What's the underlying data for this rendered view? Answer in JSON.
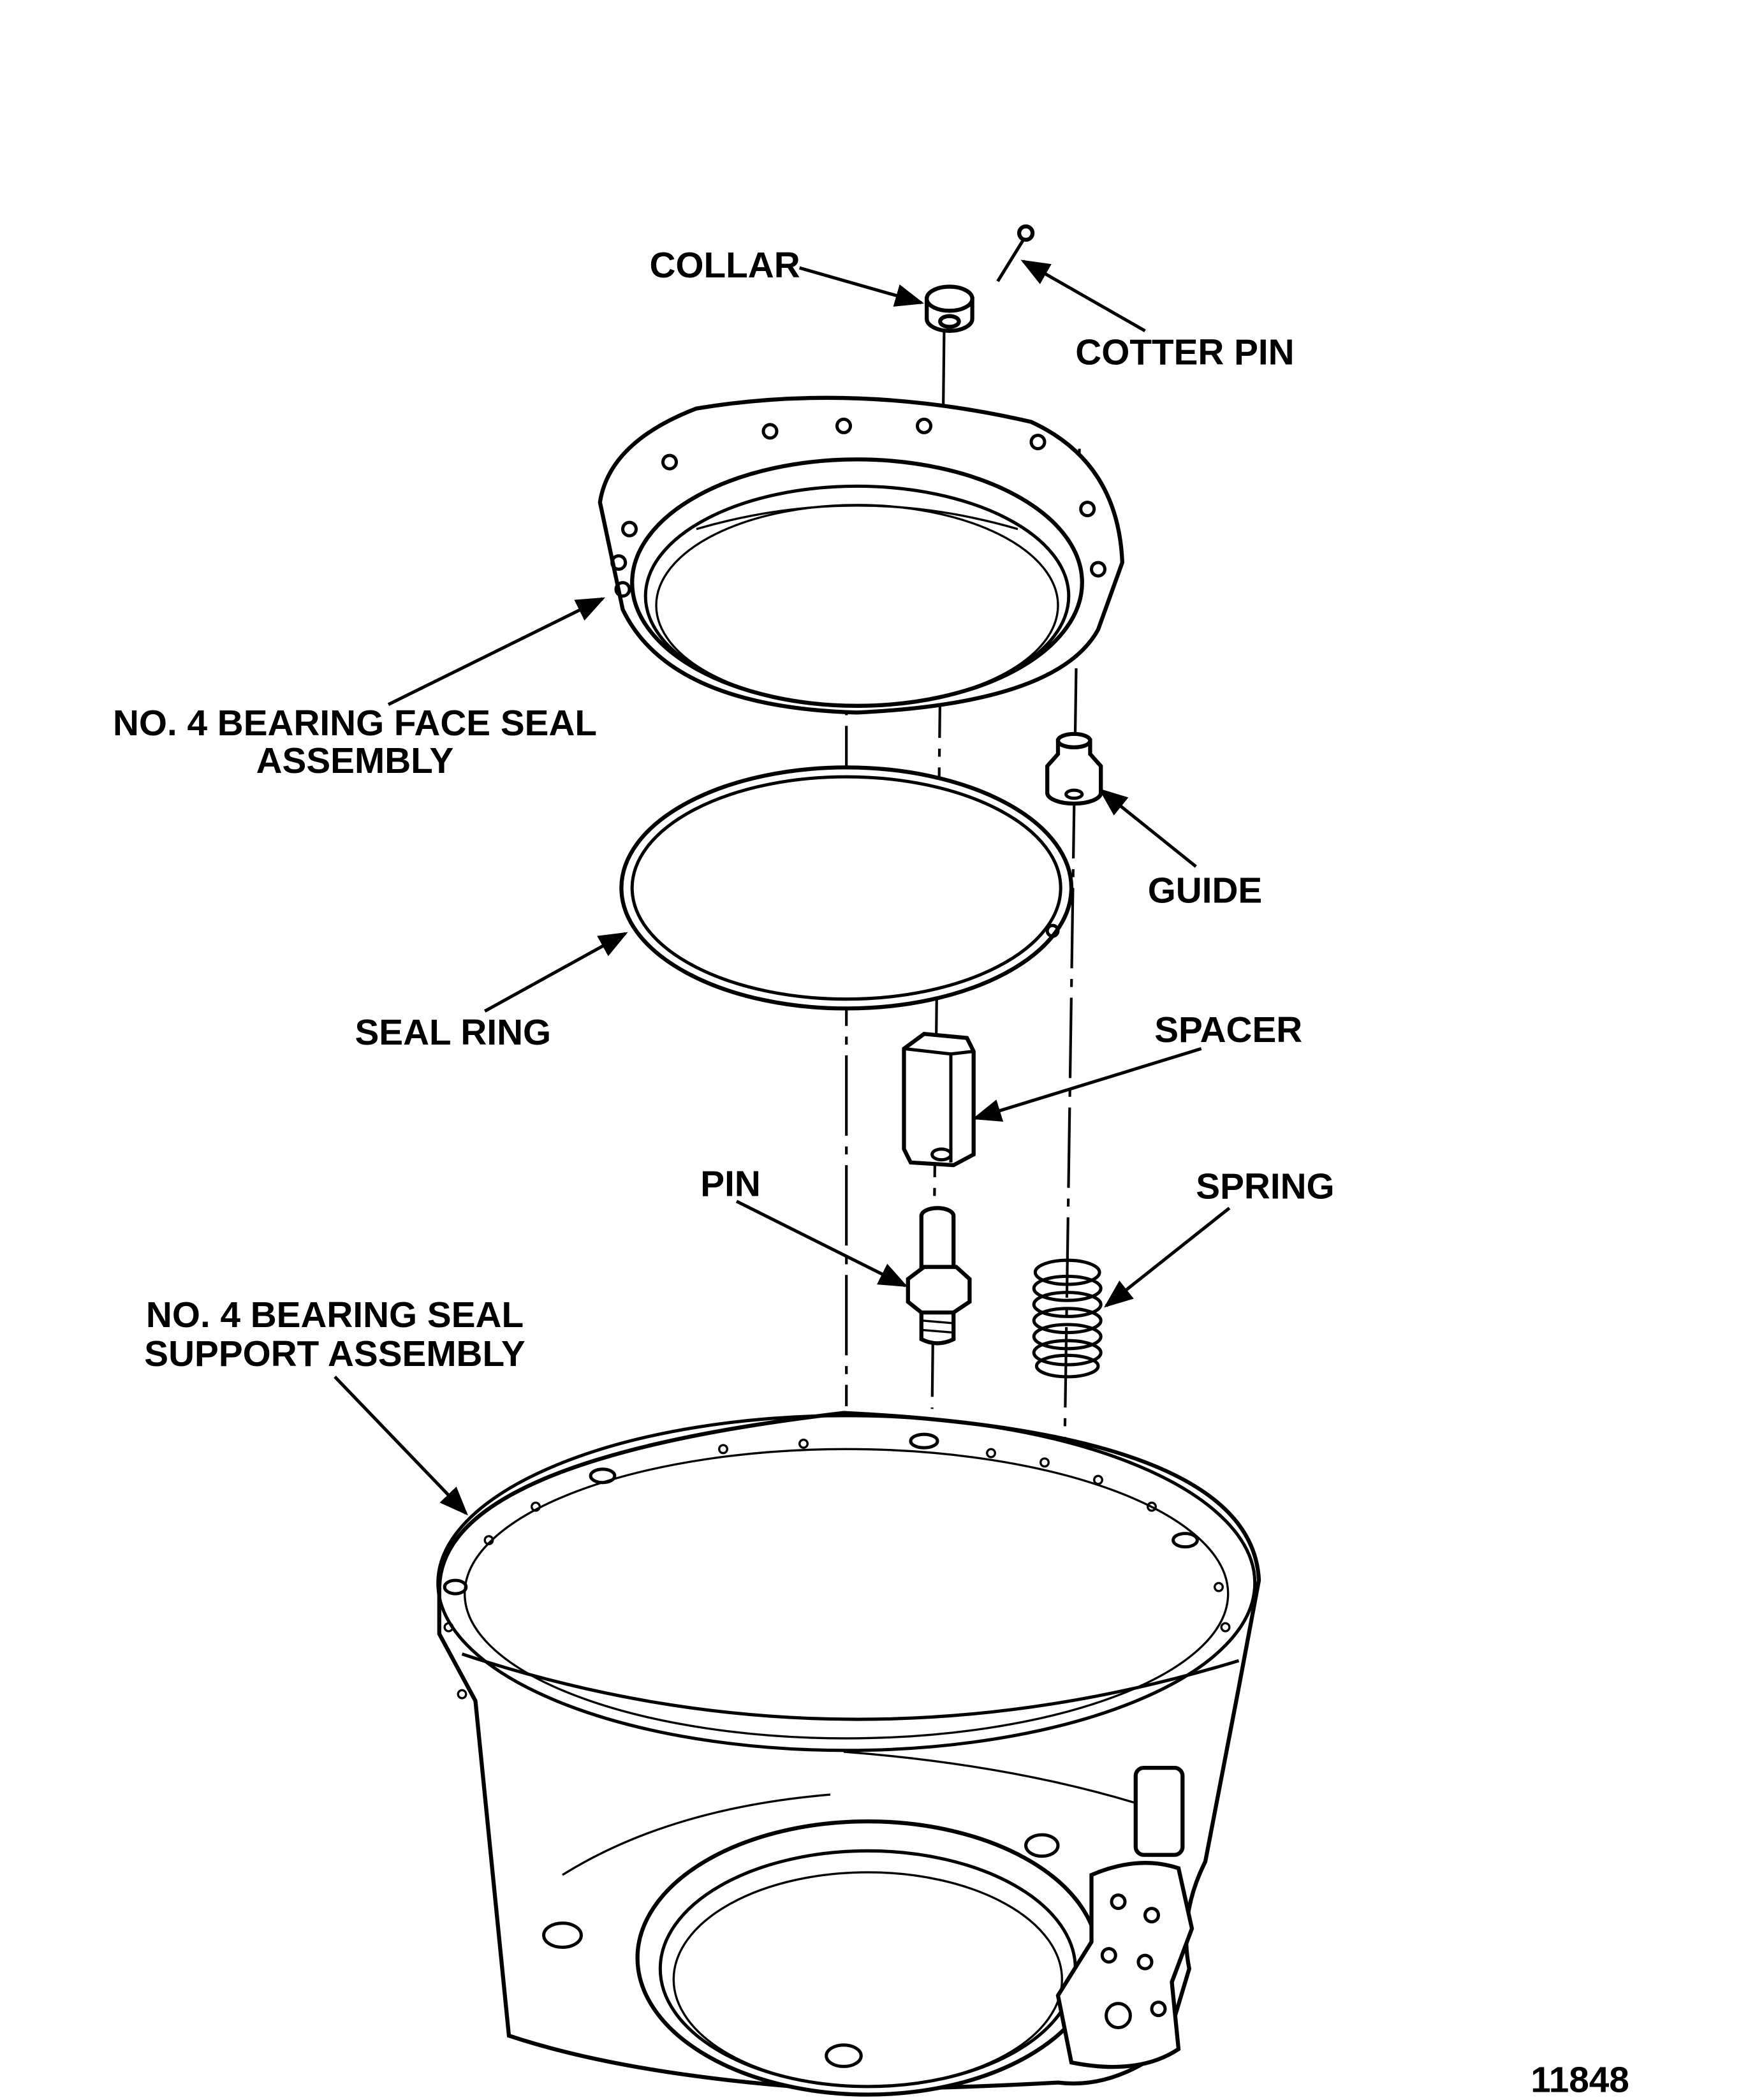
{
  "figure_number": "11848",
  "labels": {
    "collar": "COLLAR",
    "cotter_pin": "COTTER PIN",
    "face_seal_line1": "NO. 4 BEARING FACE SEAL",
    "face_seal_line2": "ASSEMBLY",
    "seal_ring": "SEAL RING",
    "guide": "GUIDE",
    "spacer": "SPACER",
    "pin": "PIN",
    "spring": "SPRING",
    "support_line1": "NO. 4 BEARING SEAL",
    "support_line2": "SUPPORT ASSEMBLY"
  }
}
